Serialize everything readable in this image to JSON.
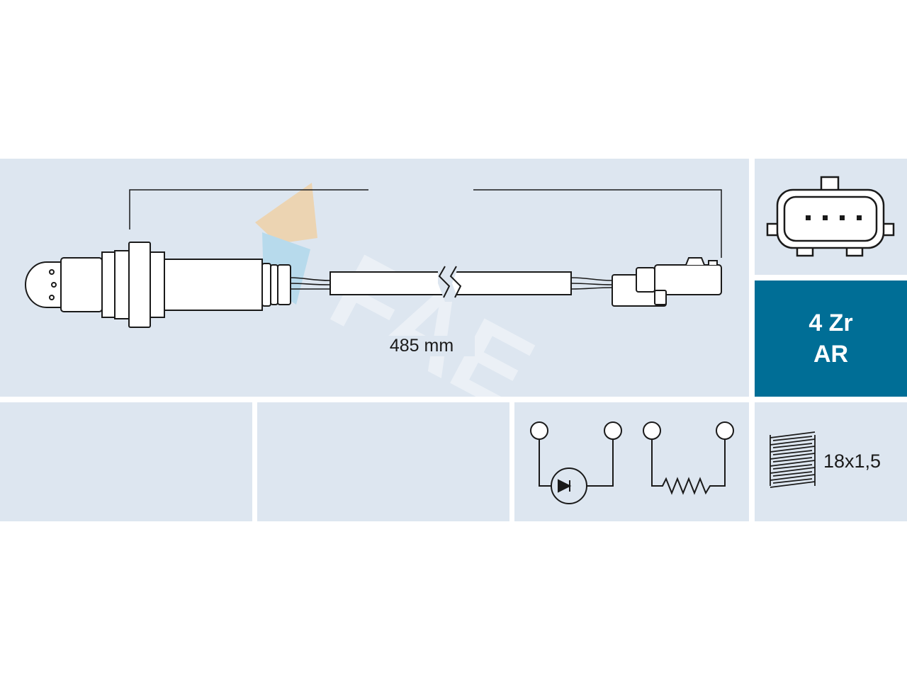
{
  "cable_length_label": "485 mm",
  "sensor_type": {
    "line1": "4 Zr",
    "line2": "AR"
  },
  "thread_spec": "18x1,5",
  "connector_pin_count": 4,
  "colors": {
    "panel_bg": "#dde6f0",
    "accent": "#006e96",
    "line": "#1a1a1a",
    "watermark_orange": "#f7c98a",
    "watermark_blue": "#9fd3ea"
  },
  "icons": [
    "oxygen-sensor-drawing",
    "connector-icon",
    "probe-symbol-icon",
    "heater-symbol-icon",
    "thread-icon",
    "fae-watermark-logo"
  ]
}
